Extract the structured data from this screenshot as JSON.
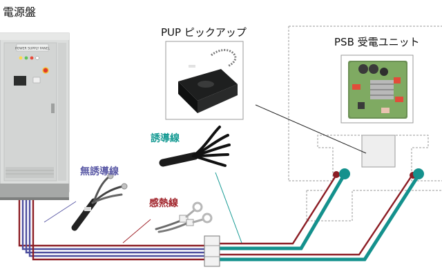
{
  "labels": {
    "power_panel": "電源盤",
    "pickup": "PUP ピックアップ",
    "receiver": "PSB 受電ユニット",
    "induction_wire": "誘導線",
    "non_induction_wire": "無誘導線",
    "thermal_wire": "感熱線"
  },
  "cabinet_plate_text": "POWER SUPPLY PANEL",
  "colors": {
    "induction_wire": "#159a93",
    "non_induction_wire": "#5b5aa6",
    "thermal_wire": "#a0232a",
    "cable_teal": "#14918d",
    "cable_red": "#8c1d24",
    "cable_blue": "#4d4e9e",
    "frame_dash": "#9a9a9a"
  }
}
